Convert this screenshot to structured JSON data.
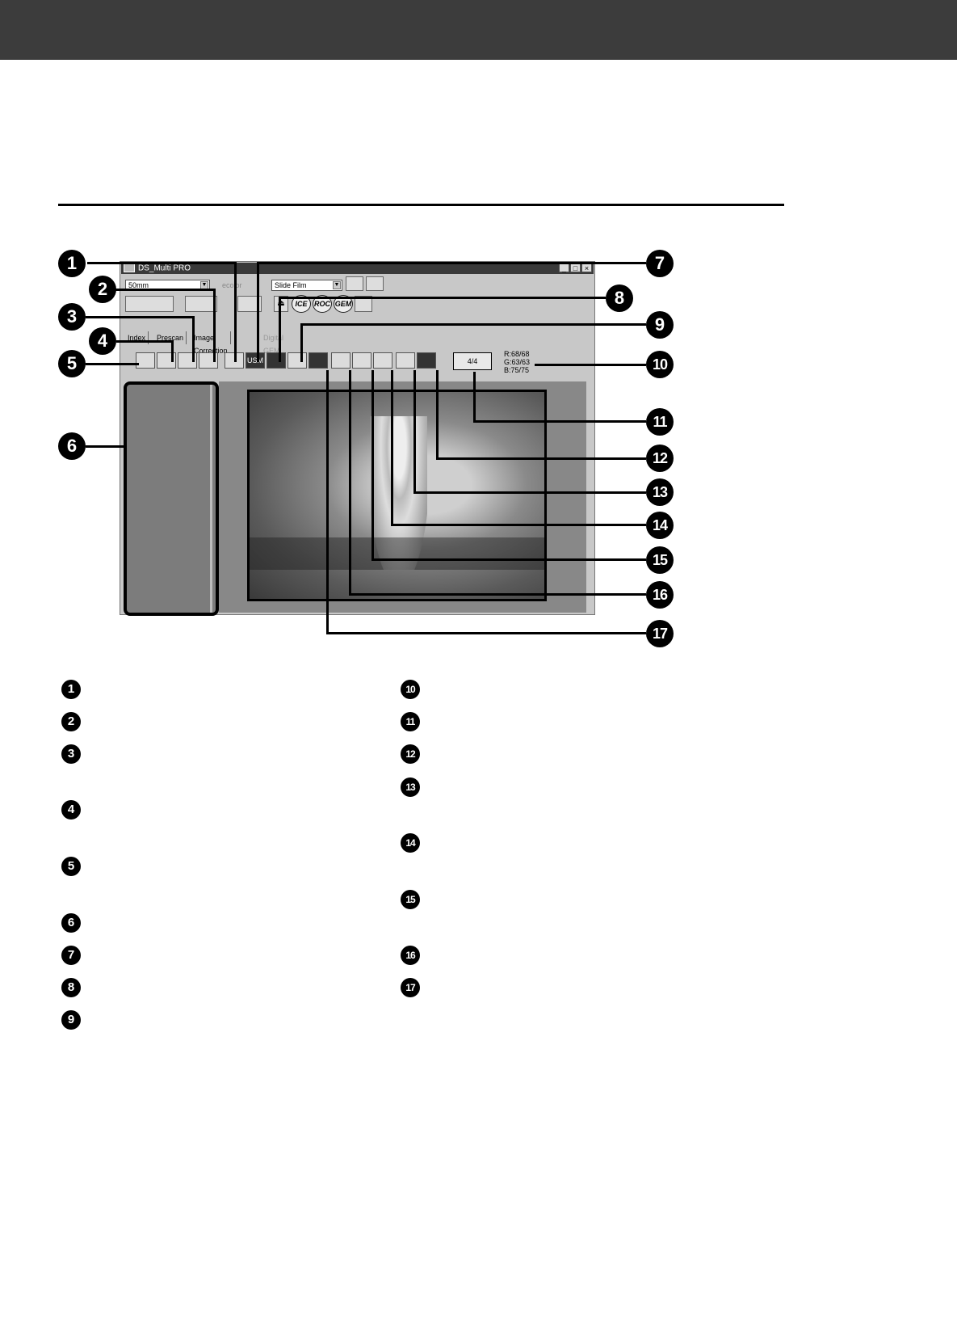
{
  "window": {
    "title": "DS_Multi PRO",
    "min": "_",
    "max": "□",
    "close": "×"
  },
  "controls": {
    "size_combo": "50mm",
    "grey_label": "ecolor",
    "film_combo": "Slide Film"
  },
  "scan_buttons": {
    "ice": "ICE",
    "roc": "ROC",
    "gem": "GEM"
  },
  "tabs": [
    "Index",
    "Prescan",
    "Image Correction",
    "Digital GEM"
  ],
  "toolbar": {
    "usm": "USM"
  },
  "frame_counter": "4/4",
  "rgb_readout": [
    "R:68/68",
    "G:63/63",
    "B:75/75"
  ],
  "callouts": [
    "1",
    "2",
    "3",
    "4",
    "5",
    "6",
    "7",
    "8",
    "9",
    "10",
    "11",
    "12",
    "13",
    "14",
    "15",
    "16",
    "17"
  ]
}
